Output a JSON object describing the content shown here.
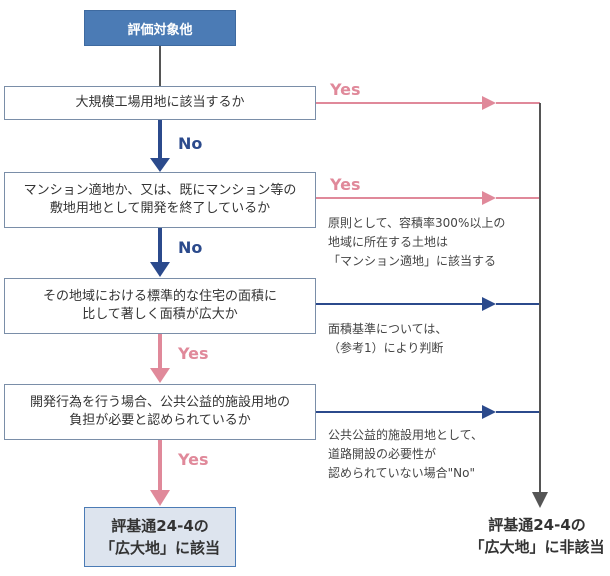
{
  "start": "評価対象他",
  "questions": [
    {
      "lines": [
        "大規模工場用地に該当するか"
      ]
    },
    {
      "lines": [
        "マンション適地か、又は、既にマンション等の",
        "敷地用地として開発を終了しているか"
      ]
    },
    {
      "lines": [
        "その地域における標準的な住宅の面積に",
        "比して著しく面積が広大か"
      ]
    },
    {
      "lines": [
        "開発行為を行う場合、公共公益的施設用地の",
        "負担が必要と認められているか"
      ]
    }
  ],
  "labels": {
    "yes": "Yes",
    "no": "No"
  },
  "notes": [
    {
      "lines": [
        "原則として、容積率300%以上の",
        "地域に所在する土地は",
        "「マンション適地」に該当する"
      ]
    },
    {
      "lines": [
        "面積基準については、",
        "（参考1）により判断"
      ]
    },
    {
      "lines": [
        "公共公益的施設用地として、",
        "道路開設の必要性が",
        "認められていない場合\"No\""
      ]
    }
  ],
  "result_applicable": [
    "評基通24-4の",
    "「広大地」に該当"
  ],
  "result_not_applicable": [
    "評基通24-4の",
    "「広大地」に非該当"
  ],
  "colors": {
    "start_fill": "#4b7bb5",
    "yes_color": "#e0899a",
    "no_color": "#2b4a8c",
    "connector": "#555555",
    "end_fill": "#dde4ee"
  }
}
